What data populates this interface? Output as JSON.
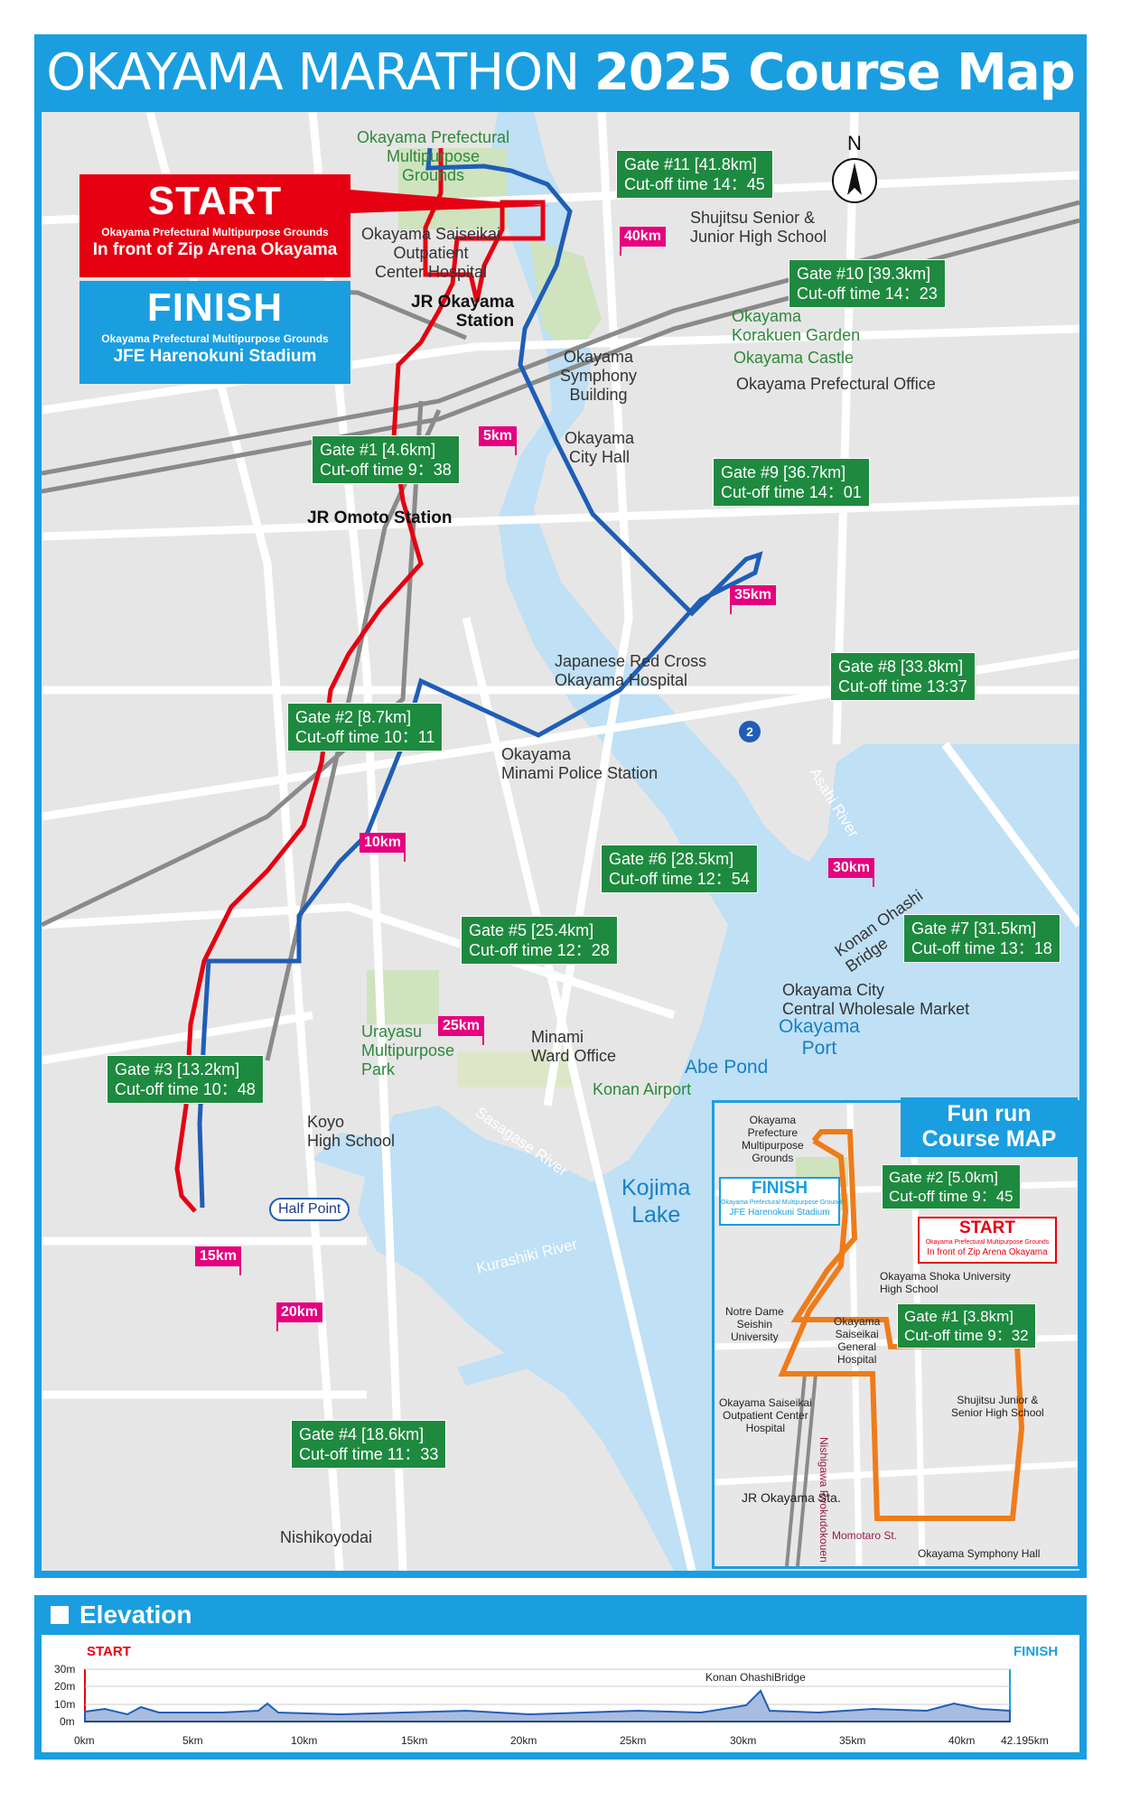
{
  "title": {
    "part1": "OKAYAMA MARATHON ",
    "part2": "2025 Course Map"
  },
  "compass": "N",
  "start": {
    "heading": "START",
    "line1": "Okayama Prefectural Multipurpose Grounds",
    "line2": "In front of Zip Arena Okayama"
  },
  "finish": {
    "heading": "FINISH",
    "line1": "Okayama Prefectural Multipurpose Grounds",
    "line2": "JFE Harenokuni Stadium"
  },
  "gates": {
    "g1": {
      "name": "Gate #1 [4.6km]",
      "cutoff": "Cut-off time 9：38"
    },
    "g2": {
      "name": "Gate #2 [8.7km]",
      "cutoff": "Cut-off time 10：11"
    },
    "g3": {
      "name": "Gate #3 [13.2km]",
      "cutoff": "Cut-off time 10：48"
    },
    "g4": {
      "name": "Gate #4 [18.6km]",
      "cutoff": "Cut-off time 11：33"
    },
    "g5": {
      "name": "Gate #5 [25.4km]",
      "cutoff": "Cut-off time 12：28"
    },
    "g6": {
      "name": "Gate #6 [28.5km]",
      "cutoff": "Cut-off time 12：54"
    },
    "g7": {
      "name": "Gate #7 [31.5km]",
      "cutoff": "Cut-off time 13：18"
    },
    "g8": {
      "name": "Gate #8 [33.8km]",
      "cutoff": "Cut-off time 13:37"
    },
    "g9": {
      "name": "Gate #9 [36.7km]",
      "cutoff": "Cut-off time 14：01"
    },
    "g10": {
      "name": "Gate #10 [39.3km]",
      "cutoff": "Cut-off time 14：23"
    },
    "g11": {
      "name": "Gate #11 [41.8km]",
      "cutoff": "Cut-off time 14：45"
    }
  },
  "km_markers": {
    "k5": "5km",
    "k10": "10km",
    "k15": "15km",
    "k20": "20km",
    "k25": "25km",
    "k30": "30km",
    "k35": "35km",
    "k40": "40km"
  },
  "half_point": "Half Point",
  "route_number": "2",
  "places": {
    "grounds_l1": "Okayama Prefectural",
    "grounds_l2": "Multipurpose",
    "grounds_l3": "Grounds",
    "saiseikai_l1": "Okayama Saiseikai",
    "saiseikai_l2": "Outpatient",
    "saiseikai_l3": "Center Hospital",
    "jr_okayama_l1": "JR Okayama",
    "jr_okayama_l2": "Station",
    "shujitsu_l1": "Shujitsu Senior &",
    "shujitsu_l2": "Junior High School",
    "korakuen_l1": "Okayama",
    "korakuen_l2": "Korakuen Garden",
    "castle": "Okayama Castle",
    "pref_office": "Okayama Prefectural Office",
    "symphony_l1": "Okayama",
    "symphony_l2": "Symphony",
    "symphony_l3": "Building",
    "cityhall_l1": "Okayama",
    "cityhall_l2": "City Hall",
    "jr_omoto": "JR Omoto Station",
    "redcross_l1": "Japanese Red Cross",
    "redcross_l2": "Okayama Hospital",
    "police_l1": "Okayama",
    "police_l2": "Minami Police Station",
    "asahi": "Asahi River",
    "konan_l1": "Konan Ohashi",
    "konan_l2": "Bridge",
    "market_l1": "Okayama City",
    "market_l2": "Central Wholesale Market",
    "port_l1": "Okayama",
    "port_l2": "Port",
    "abe": "Abe Pond",
    "minami_l1": "Minami",
    "minami_l2": "Ward Office",
    "airport": "Konan Airport",
    "urayasu_l1": "Urayasu",
    "urayasu_l2": "Multipurpose",
    "urayasu_l3": "Park",
    "sasagase": "Sasagase River",
    "kojima_l1": "Kojima",
    "kojima_l2": "Lake",
    "kurashiki": "Kurashiki River",
    "koyo_l1": "Koyo",
    "koyo_l2": "High School",
    "nishikoyodai": "Nishikoyodai"
  },
  "funrun": {
    "title_l1": "Fun run",
    "title_l2": "Course MAP",
    "grounds_l1": "Okayama",
    "grounds_l2": "Prefecture",
    "grounds_l3": "Multipurpose",
    "grounds_l4": "Grounds",
    "finish_heading": "FINISH",
    "finish_l1": "Okayama Prefectural Multipurpose Grounds",
    "finish_l2": "JFE Harenokuni Stadium",
    "start_heading": "START",
    "start_l1": "Okayama Prefectural Multipurpose Grounds",
    "start_l2": "In front of Zip Arena Okayama",
    "gate2_name": "Gate #2 [5.0km]",
    "gate2_cutoff": "Cut-off time 9：45",
    "gate1_name": "Gate #1 [3.8km]",
    "gate1_cutoff": "Cut-off time 9：32",
    "shoka_l1": "Okayama Shoka University",
    "shoka_l2": "High School",
    "notredame_l1": "Notre Dame",
    "notredame_l2": "Seishin",
    "notredame_l3": "University",
    "saiseikai_gen_l1": "Okayama",
    "saiseikai_gen_l2": "Saiseikai",
    "saiseikai_gen_l3": "General",
    "saiseikai_gen_l4": "Hospital",
    "saiseikai_out_l1": "Okayama Saiseikai",
    "saiseikai_out_l2": "Outpatient Center",
    "saiseikai_out_l3": "Hospital",
    "shujitsu_l1": "Shujitsu Junior &",
    "shujitsu_l2": "Senior High School",
    "nishigawa": "Nishigawa Ryokudokouen St.",
    "jr_sta": "JR Okayama Sta.",
    "momotaro": "Momotaro St.",
    "symphony": "Okayama Symphony Hall"
  },
  "elevation": {
    "title": "Elevation",
    "start": "START",
    "finish": "FINISH",
    "bridge": "Konan OhashiBridge",
    "y_ticks": [
      "30m",
      "20m",
      "10m",
      "0m"
    ],
    "x_ticks": [
      "0km",
      "5km",
      "10km",
      "15km",
      "20km",
      "25km",
      "30km",
      "35km",
      "40km",
      "42.195km"
    ]
  },
  "colors": {
    "frame": "#1a9ee0",
    "outbound": "#e50012",
    "inbound": "#1f5eb6",
    "gate": "#1e8a3f",
    "km": "#e6007e",
    "funrun": "#ee7c1a",
    "water": "#bfe0f5"
  }
}
